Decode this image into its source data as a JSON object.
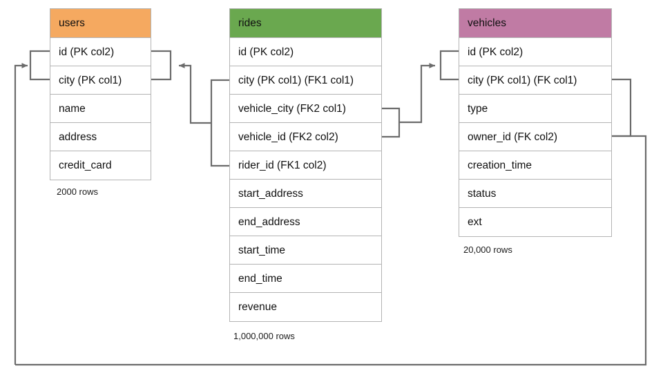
{
  "diagram": {
    "title": "ride-sharing schema ER diagram",
    "background": "#ffffff",
    "connector_color": "#6b6b6b",
    "border_color": "#b3b3b3"
  },
  "entities": [
    {
      "id": "users",
      "name": "users",
      "header_color": "#f5a960",
      "row_count_label": "2000 rows",
      "columns": [
        {
          "label": "id (PK col2)"
        },
        {
          "label": "city (PK col1)"
        },
        {
          "label": "name"
        },
        {
          "label": "address"
        },
        {
          "label": "credit_card"
        }
      ]
    },
    {
      "id": "rides",
      "name": "rides",
      "header_color": "#6aa84f",
      "row_count_label": "1,000,000 rows",
      "columns": [
        {
          "label": "id (PK col2)"
        },
        {
          "label": "city (PK col1) (FK1 col1)"
        },
        {
          "label": "vehicle_city (FK2 col1)"
        },
        {
          "label": "vehicle_id (FK2 col2)"
        },
        {
          "label": "rider_id (FK1 col2)"
        },
        {
          "label": "start_address"
        },
        {
          "label": "end_address"
        },
        {
          "label": "start_time"
        },
        {
          "label": "end_time"
        },
        {
          "label": "revenue"
        }
      ]
    },
    {
      "id": "vehicles",
      "name": "vehicles",
      "header_color": "#c07ba4",
      "row_count_label": "20,000 rows",
      "columns": [
        {
          "label": "id (PK col2)"
        },
        {
          "label": "city (PK col1) (FK col1)"
        },
        {
          "label": "type"
        },
        {
          "label": "owner_id (FK col2)"
        },
        {
          "label": "creation_time"
        },
        {
          "label": "status"
        },
        {
          "label": "ext"
        }
      ]
    }
  ],
  "relationships": [
    {
      "id": "rides-rider-to-users",
      "from": "rides.city (PK col1) (FK1 col1) + rides.rider_id (FK1 col2)",
      "to": "users.id (PK col2) + users.city (PK col1)",
      "arrow": "left"
    },
    {
      "id": "rides-vehicle-to-vehicles",
      "from": "rides.vehicle_city (FK2 col1) + rides.vehicle_id (FK2 col2)",
      "to": "vehicles.id (PK col2) + vehicles.city (PK col1) (FK col1)",
      "arrow": "right"
    },
    {
      "id": "vehicles-owner-to-users",
      "from": "vehicles.city (PK col1) (FK col1) + vehicles.owner_id (FK col2)",
      "to": "users.id (PK col2) + users.city (PK col1)",
      "arrow": "right"
    }
  ]
}
